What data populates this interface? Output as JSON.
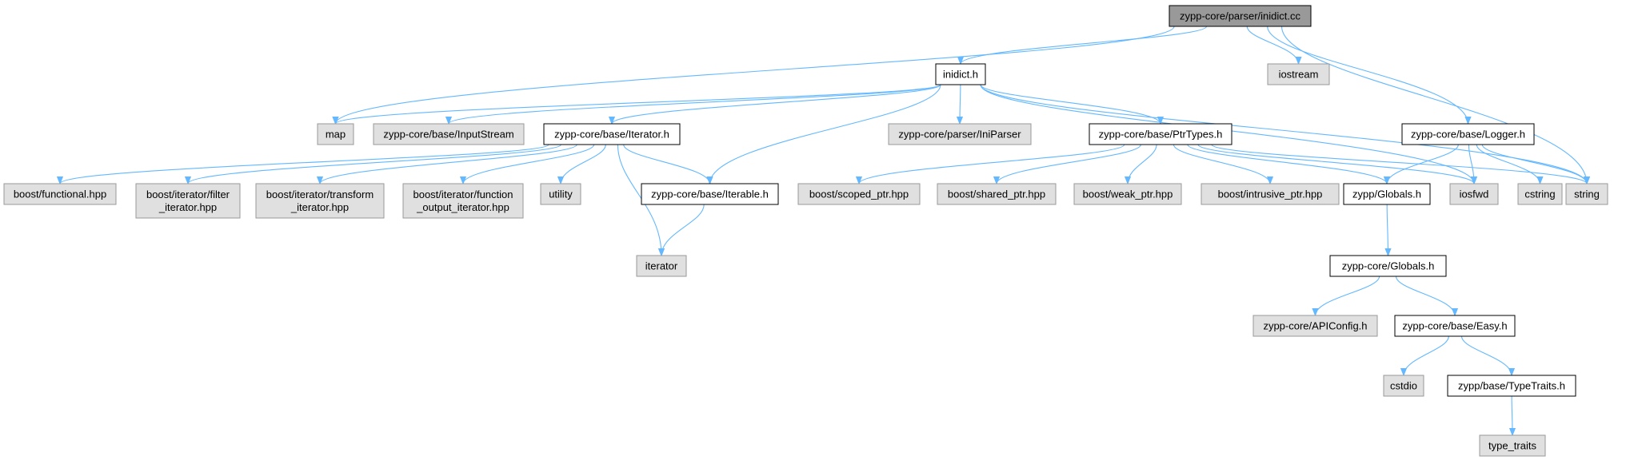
{
  "colors": {
    "edge": "#63b8ff",
    "root_fill": "#999999",
    "local_fill": "#ffffff",
    "external_fill": "#e0e0e0",
    "local_stroke": "#000000",
    "external_stroke": "#999999"
  },
  "nodes": [
    {
      "id": "root",
      "kind": "root",
      "lines": [
        "zypp-core/parser/inidict.cc"
      ]
    },
    {
      "id": "iostream",
      "kind": "external",
      "lines": [
        "iostream"
      ]
    },
    {
      "id": "inidict_h",
      "kind": "local",
      "lines": [
        "inidict.h"
      ]
    },
    {
      "id": "map",
      "kind": "external",
      "lines": [
        "map"
      ]
    },
    {
      "id": "inputstream",
      "kind": "external",
      "lines": [
        "zypp-core/base/InputStream"
      ]
    },
    {
      "id": "iterator_h",
      "kind": "local",
      "lines": [
        "zypp-core/base/Iterator.h"
      ]
    },
    {
      "id": "iniparser",
      "kind": "external",
      "lines": [
        "zypp-core/parser/IniParser"
      ]
    },
    {
      "id": "ptrtypes_h",
      "kind": "local",
      "lines": [
        "zypp-core/base/PtrTypes.h"
      ]
    },
    {
      "id": "logger_h",
      "kind": "local",
      "lines": [
        "zypp-core/base/Logger.h"
      ]
    },
    {
      "id": "string",
      "kind": "external",
      "lines": [
        "string"
      ]
    },
    {
      "id": "functional",
      "kind": "external",
      "lines": [
        "boost/functional.hpp"
      ]
    },
    {
      "id": "filter_iter",
      "kind": "external",
      "lines": [
        "boost/iterator/filter",
        "_iterator.hpp"
      ]
    },
    {
      "id": "transform_iter",
      "kind": "external",
      "lines": [
        "boost/iterator/transform",
        "_iterator.hpp"
      ]
    },
    {
      "id": "function_output_iter",
      "kind": "external",
      "lines": [
        "boost/iterator/function",
        "_output_iterator.hpp"
      ]
    },
    {
      "id": "utility",
      "kind": "external",
      "lines": [
        "utility"
      ]
    },
    {
      "id": "iterable_h",
      "kind": "local",
      "lines": [
        "zypp-core/base/Iterable.h"
      ]
    },
    {
      "id": "scoped_ptr",
      "kind": "external",
      "lines": [
        "boost/scoped_ptr.hpp"
      ]
    },
    {
      "id": "shared_ptr",
      "kind": "external",
      "lines": [
        "boost/shared_ptr.hpp"
      ]
    },
    {
      "id": "weak_ptr",
      "kind": "external",
      "lines": [
        "boost/weak_ptr.hpp"
      ]
    },
    {
      "id": "intrusive_ptr",
      "kind": "external",
      "lines": [
        "boost/intrusive_ptr.hpp"
      ]
    },
    {
      "id": "zypp_globals",
      "kind": "local",
      "lines": [
        "zypp/Globals.h"
      ]
    },
    {
      "id": "iosfwd",
      "kind": "external",
      "lines": [
        "iosfwd"
      ]
    },
    {
      "id": "cstring",
      "kind": "external",
      "lines": [
        "cstring"
      ]
    },
    {
      "id": "iterator",
      "kind": "external",
      "lines": [
        "iterator"
      ]
    },
    {
      "id": "core_globals",
      "kind": "local",
      "lines": [
        "zypp-core/Globals.h"
      ]
    },
    {
      "id": "apiconfig",
      "kind": "external",
      "lines": [
        "zypp-core/APIConfig.h"
      ]
    },
    {
      "id": "easy_h",
      "kind": "local",
      "lines": [
        "zypp-core/base/Easy.h"
      ]
    },
    {
      "id": "cstdio",
      "kind": "external",
      "lines": [
        "cstdio"
      ]
    },
    {
      "id": "typetraits_h",
      "kind": "local",
      "lines": [
        "zypp/base/TypeTraits.h"
      ]
    },
    {
      "id": "type_traits",
      "kind": "external",
      "lines": [
        "type_traits"
      ]
    }
  ],
  "edges": [
    {
      "from": "root",
      "to": "inidict_h"
    },
    {
      "from": "root",
      "to": "iostream"
    },
    {
      "from": "root",
      "to": "map"
    },
    {
      "from": "root",
      "to": "string"
    },
    {
      "from": "root",
      "to": "logger_h"
    },
    {
      "from": "inidict_h",
      "to": "map"
    },
    {
      "from": "inidict_h",
      "to": "inputstream"
    },
    {
      "from": "inidict_h",
      "to": "iterator_h"
    },
    {
      "from": "inidict_h",
      "to": "iniparser"
    },
    {
      "from": "inidict_h",
      "to": "ptrtypes_h"
    },
    {
      "from": "inidict_h",
      "to": "iterable_h"
    },
    {
      "from": "inidict_h",
      "to": "iosfwd"
    },
    {
      "from": "inidict_h",
      "to": "string"
    },
    {
      "from": "iterator_h",
      "to": "functional"
    },
    {
      "from": "iterator_h",
      "to": "filter_iter"
    },
    {
      "from": "iterator_h",
      "to": "transform_iter"
    },
    {
      "from": "iterator_h",
      "to": "function_output_iter"
    },
    {
      "from": "iterator_h",
      "to": "utility"
    },
    {
      "from": "iterator_h",
      "to": "iterator"
    },
    {
      "from": "iterator_h",
      "to": "iterable_h"
    },
    {
      "from": "iterable_h",
      "to": "iterator"
    },
    {
      "from": "ptrtypes_h",
      "to": "scoped_ptr"
    },
    {
      "from": "ptrtypes_h",
      "to": "shared_ptr"
    },
    {
      "from": "ptrtypes_h",
      "to": "weak_ptr"
    },
    {
      "from": "ptrtypes_h",
      "to": "intrusive_ptr"
    },
    {
      "from": "ptrtypes_h",
      "to": "zypp_globals"
    },
    {
      "from": "ptrtypes_h",
      "to": "iosfwd"
    },
    {
      "from": "ptrtypes_h",
      "to": "string"
    },
    {
      "from": "logger_h",
      "to": "zypp_globals"
    },
    {
      "from": "logger_h",
      "to": "iosfwd"
    },
    {
      "from": "logger_h",
      "to": "cstring"
    },
    {
      "from": "logger_h",
      "to": "string"
    },
    {
      "from": "zypp_globals",
      "to": "core_globals"
    },
    {
      "from": "core_globals",
      "to": "apiconfig"
    },
    {
      "from": "core_globals",
      "to": "easy_h"
    },
    {
      "from": "easy_h",
      "to": "cstdio"
    },
    {
      "from": "easy_h",
      "to": "typetraits_h"
    },
    {
      "from": "typetraits_h",
      "to": "type_traits"
    }
  ]
}
